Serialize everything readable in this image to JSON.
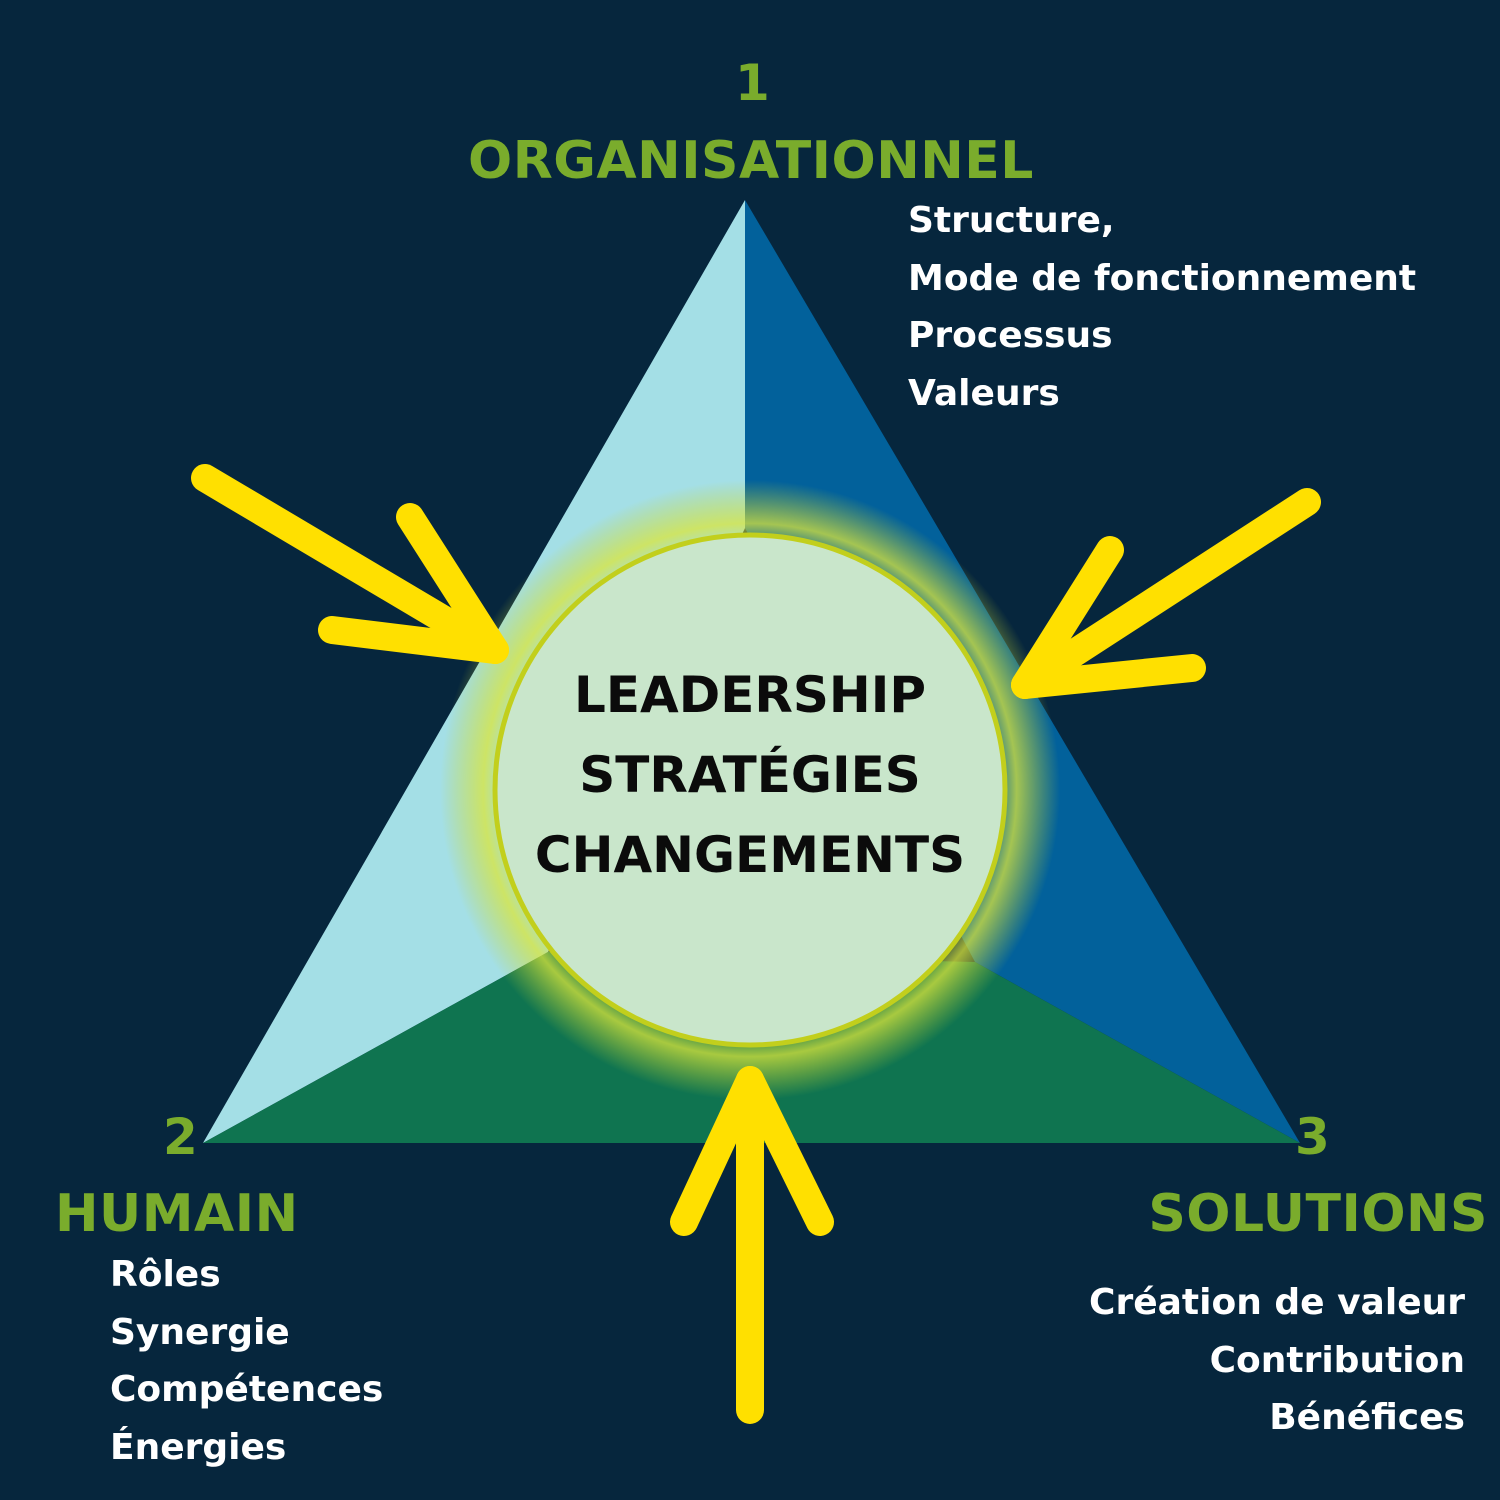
{
  "colors": {
    "background": "#06263d",
    "accent_green": "#7aac2c",
    "arrow_yellow": "#ffe000",
    "face_left": "#a4dfe6",
    "face_right": "#02619b",
    "face_bottom": "#0f7450",
    "circle_fill": "#c9e6cb",
    "text_white": "#ffffff",
    "text_dark": "#0b0b0b"
  },
  "poles": {
    "top": {
      "number": "1",
      "title": "ORGANISATIONNEL",
      "items": [
        "Structure,",
        "Mode de fonctionnement",
        "Processus",
        "Valeurs"
      ]
    },
    "left": {
      "number": "2",
      "title": "HUMAIN",
      "items": [
        "Rôles",
        "Synergie",
        "Compétences",
        "Énergies"
      ]
    },
    "right": {
      "number": "3",
      "title": "SOLUTIONS",
      "items": [
        "Création de valeur",
        "Contribution",
        "Bénéfices"
      ]
    }
  },
  "center": {
    "lines": [
      "LEADERSHIP",
      "STRATÉGIES",
      "CHANGEMENTS"
    ]
  },
  "arrows": [
    {
      "name": "arrow-top-left",
      "direction": "down-right"
    },
    {
      "name": "arrow-right",
      "direction": "down-left"
    },
    {
      "name": "arrow-bottom",
      "direction": "up"
    }
  ]
}
